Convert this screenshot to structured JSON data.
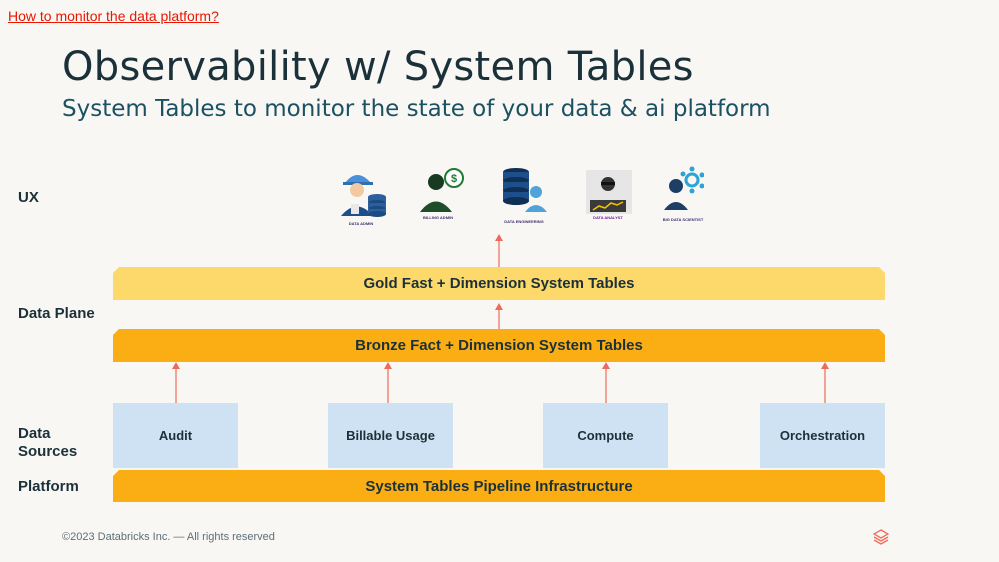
{
  "header": {
    "link": "How to monitor the data platform?",
    "title": "Observability w/ System Tables",
    "subtitle": "System Tables to monitor the state of your data & ai platform"
  },
  "row_labels": {
    "ux": "UX",
    "data_plane": "Data Plane",
    "data_sources_line1": "Data",
    "data_sources_line2": "Sources",
    "platform": "Platform"
  },
  "personas": [
    {
      "caption": "DATA ADMIN",
      "icon": "data-admin-icon"
    },
    {
      "caption": "BILLING ADMIN",
      "icon": "billing-admin-icon"
    },
    {
      "caption": "DATA ENGINEERING",
      "icon": "data-engineering-icon"
    },
    {
      "caption": "DATA ANALYST",
      "icon": "data-analyst-icon"
    },
    {
      "caption": "BIG DATA SCIENTIST",
      "icon": "data-scientist-icon"
    }
  ],
  "layers": {
    "gold": "Gold Fast + Dimension System Tables",
    "bronze": "Bronze Fact + Dimension System Tables",
    "platform": "System Tables Pipeline Infrastructure"
  },
  "sources": [
    "Audit",
    "Billable Usage",
    "Compute",
    "Orchestration"
  ],
  "footer": "©2023 Databricks Inc. — All rights reserved",
  "colors": {
    "gold": "#fdd86a",
    "bronze": "#fbae13",
    "source_box": "#cfe2f3",
    "arrow": "#ee6b5c",
    "title": "#1b3139",
    "link": "#eb1600"
  }
}
